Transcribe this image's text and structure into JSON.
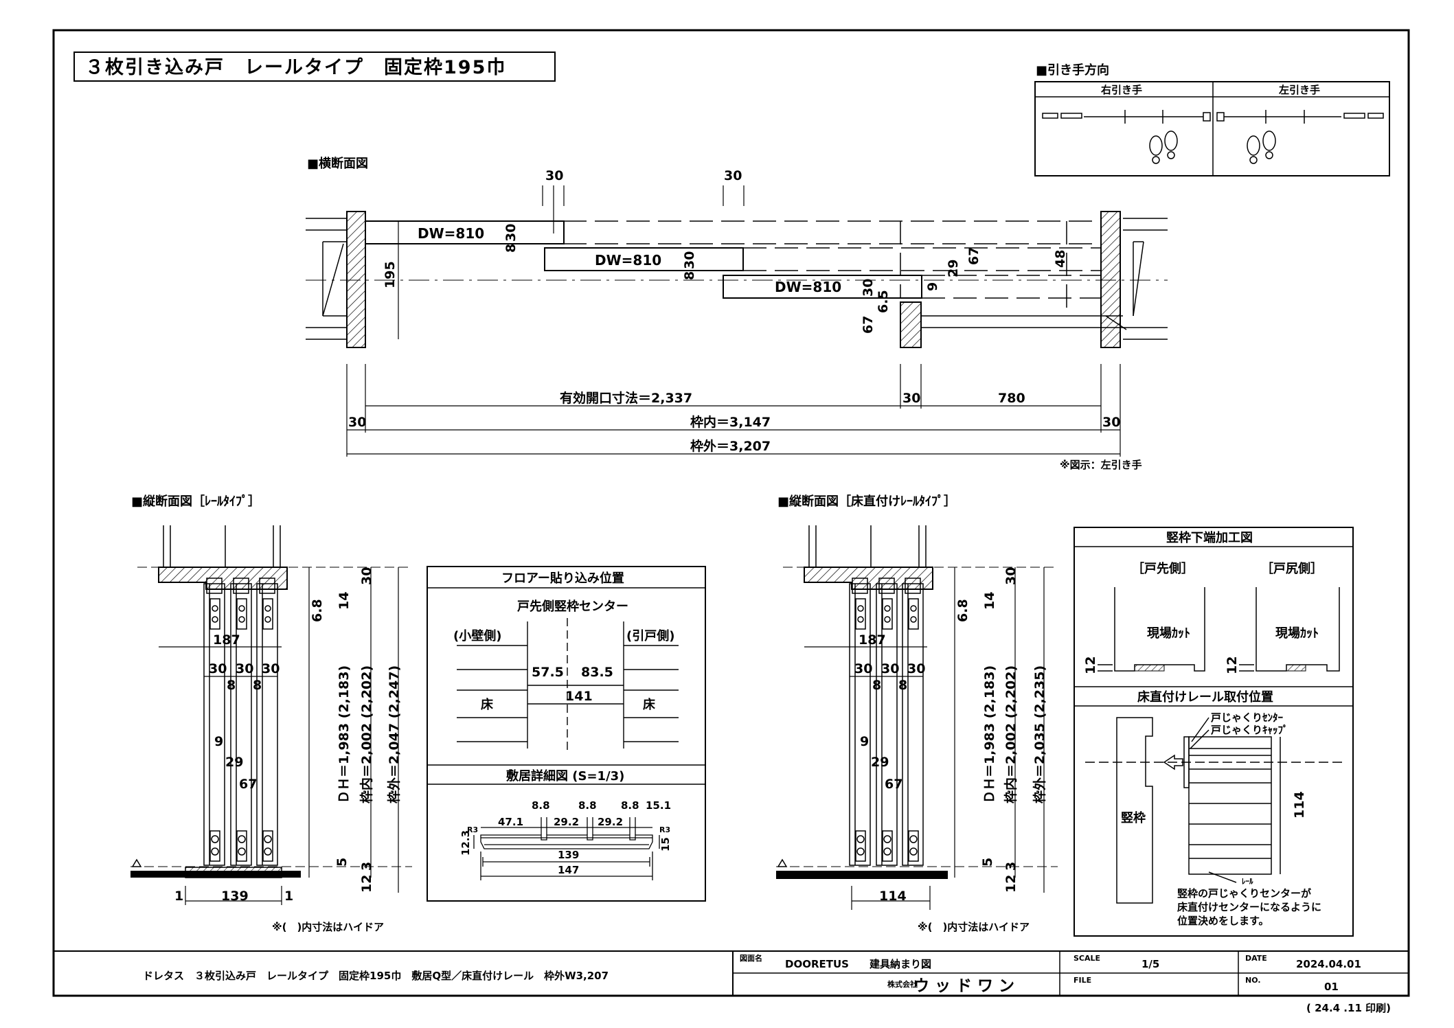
{
  "title": "３枚引き込み戸　レールタイプ　固定枠195巾",
  "handle_direction": {
    "heading": "■引き手方向",
    "right_label": "右引き手",
    "left_label": "左引き手"
  },
  "plan": {
    "heading": "■横断面図",
    "dim_30_a": "30",
    "dim_30_b": "30",
    "door1_label": "DW=810",
    "door2_label": "DW=810",
    "door3_label": "DW=810",
    "dim_195": "195",
    "dim_30_1": "30",
    "dim_8_1": "8",
    "dim_30_2": "30",
    "dim_8_2": "8",
    "dim_30_3": "30",
    "dim_67_left": "67",
    "dim_6_5": "6.5",
    "dim_9": "9",
    "dim_29": "29",
    "dim_67_right": "67",
    "dim_48": "48",
    "effective_opening": "有効開口寸法＝2,337",
    "dim_30_mid": "30",
    "dim_780": "780",
    "dim_30_left": "30",
    "frame_inner": "枠内＝3,147",
    "dim_30_right": "30",
    "frame_outer": "枠外＝3,207",
    "note": "※図示：左引き手"
  },
  "section_left": {
    "heading": "■縦断面図［ﾚｰﾙﾀｲﾌﾟ］",
    "dim_187": "187",
    "dim_30_a": "30",
    "dim_30_b": "30",
    "dim_30_c": "30",
    "dim_8_a": "8",
    "dim_8_b": "8",
    "dim_9": "9",
    "dim_29": "29",
    "dim_67": "67",
    "dim_139": "139",
    "dim_1_left": "1",
    "dim_1_right": "1",
    "dim_6_8": "6.8",
    "dim_14": "14",
    "dim_30_top": "30",
    "dim_5": "5",
    "dim_3": "3",
    "dim_12": "12",
    "dh": "ＤＨ＝1,983 (2,183)",
    "frame_inner": "枠内＝2,002 (2,202)",
    "frame_outer": "枠外＝2,047 (2,247)",
    "note": "※(　)内寸法はハイドア"
  },
  "floor_box": {
    "heading": "フロアー貼り込み位置",
    "sub_heading": "戸先側竪枠センター",
    "small_wall": "(小壁側)",
    "pull_door": "(引戸側)",
    "dim_57_5": "57.5",
    "dim_83_5": "83.5",
    "dim_141": "141",
    "floor_left": "床",
    "floor_right": "床"
  },
  "sill_box": {
    "heading": "敷居詳細図 (S=1/3)",
    "dim_8_8_a": "8.8",
    "dim_8_8_b": "8.8",
    "dim_8_8_c": "8.8",
    "dim_15_1": "15.1",
    "dim_47_1": "47.1",
    "dim_29_2_a": "29.2",
    "dim_29_2_b": "29.2",
    "r3_left": "R3",
    "r3_right": "R3",
    "dim_12_3": "12.3",
    "dim_15": "15",
    "dim_139": "139",
    "dim_147": "147"
  },
  "section_right": {
    "heading": "■縦断面図［床直付けﾚｰﾙﾀｲﾌﾟ］",
    "dim_187": "187",
    "dim_30_a": "30",
    "dim_30_b": "30",
    "dim_30_c": "30",
    "dim_8_a": "8",
    "dim_8_b": "8",
    "dim_9": "9",
    "dim_29": "29",
    "dim_67": "67",
    "dim_114": "114",
    "dim_6_8": "6.8",
    "dim_14": "14",
    "dim_30_top": "30",
    "dim_5": "5",
    "dim_3": "3",
    "dim_12": "12",
    "dh": "ＤＨ＝1,983 (2,183)",
    "frame_inner": "枠内＝2,002 (2,202)",
    "frame_outer": "枠外＝2,035 (2,235)",
    "note": "※(　)内寸法はハイドア"
  },
  "jamb_box": {
    "heading": "竪枠下端加工図",
    "door_tip_side": "［戸先側］",
    "door_tail_side": "［戸尻側］",
    "site_cut_left": "現場ｶｯﾄ",
    "site_cut_right": "現場ｶｯﾄ",
    "dim_12_left": "12",
    "dim_12_right": "12"
  },
  "rail_box": {
    "heading": "床直付けレール取付位置",
    "center_label": "戸じゃくりｾﾝﾀｰ",
    "cap_label": "戸じゃくりｷｬｯﾌﾟ",
    "jamb": "竪枠",
    "dim_114": "114",
    "rail": "ﾚｰﾙ",
    "note_1": "竪枠の戸じゃくりセンターが",
    "note_2": "床直付けセンターになるように",
    "note_3": "位置決めをします。"
  },
  "title_block": {
    "description": "ドレタス　３枚引込み戸　レールタイプ　固定枠195巾　敷居Q型／床直付けレール　枠外W3,207",
    "drawing_name_label": "図面名",
    "drawing_name": "DOORETUS　　建具納まり図",
    "company_label": "株式会社",
    "company": "ウ ッ ド ワ ン",
    "scale_label": "SCALE",
    "scale": "1/5",
    "file_label": "FILE",
    "date_label": "DATE",
    "date": "2024.04.01",
    "no_label": "NO.",
    "no": "01",
    "print_note": "( 24.4 .11 印刷)"
  }
}
